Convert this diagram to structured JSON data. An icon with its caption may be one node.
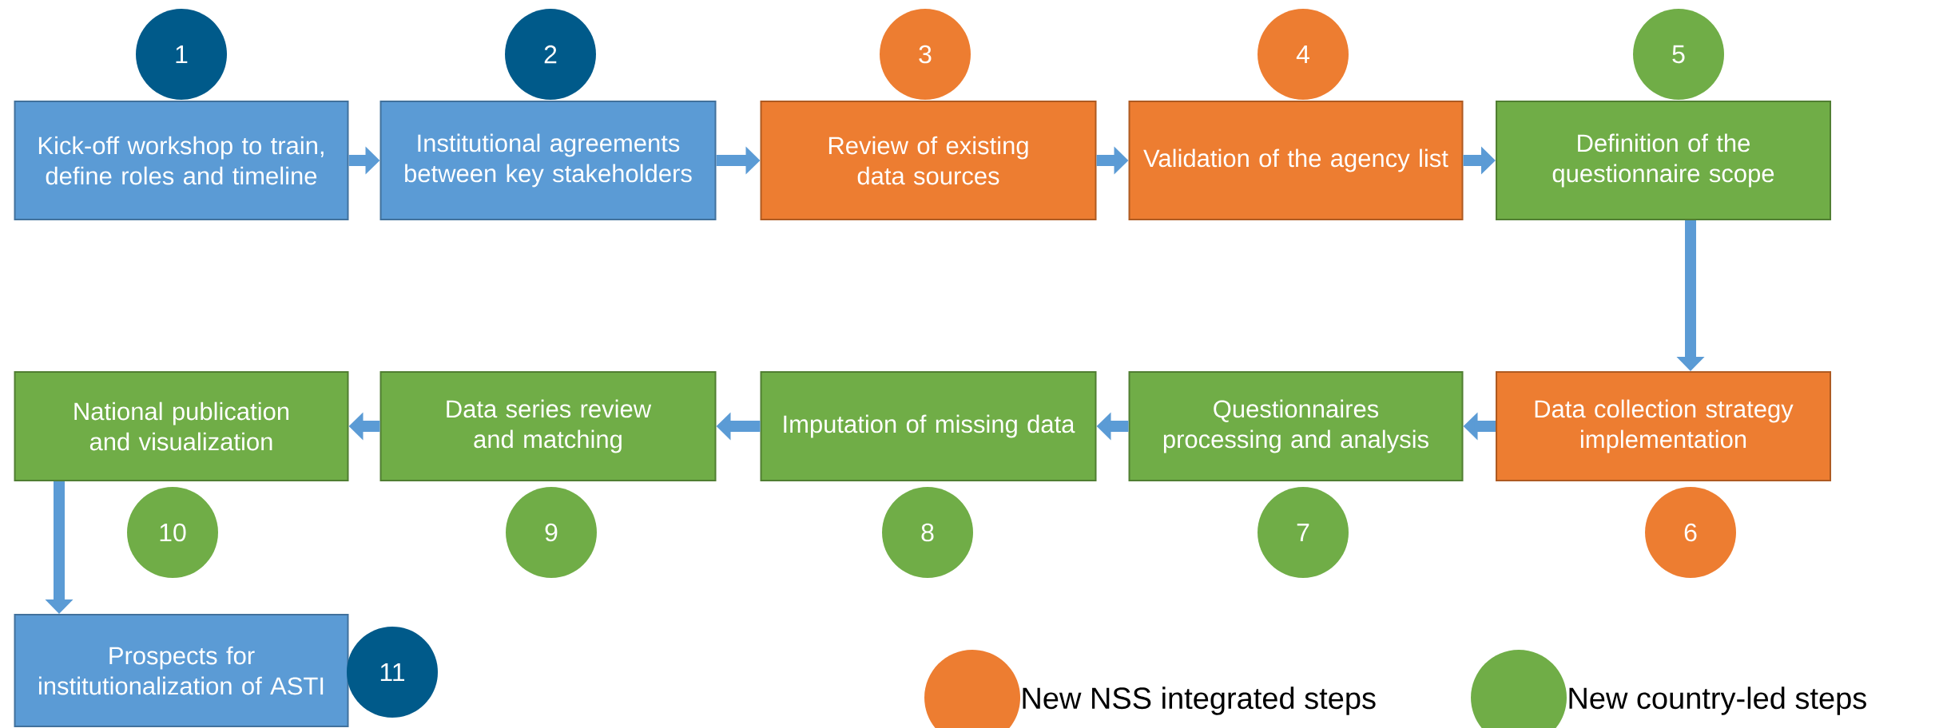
{
  "diagram": {
    "nodes": [
      {
        "text": [
          "Kick-off workshop to train, define roles and timeline"
        ]
      },
      {
        "text": [
          "Institutional agreements between key stakeholders"
        ]
      },
      {
        "text": [
          "Review of existing data sources"
        ]
      },
      {
        "text": [
          "Validation of the agency list"
        ]
      },
      {
        "text": [
          "Definition of the questionnaire scope"
        ]
      },
      {
        "text": [
          "Data collection strategy implementation"
        ]
      },
      {
        "text": [
          "Questionnaires processing and analysis"
        ]
      },
      {
        "text": [
          "Imputation of missing data"
        ]
      },
      {
        "text": [
          "Data series review and matching"
        ]
      },
      {
        "text": [
          "National publication and visualization"
        ]
      },
      {
        "text": [
          "Prospects for institutionalization of ASTI"
        ]
      },
      {
        "text": [
          "1"
        ]
      },
      {
        "text": [
          "2"
        ]
      },
      {
        "text": [
          "3"
        ]
      },
      {
        "text": [
          "4"
        ]
      },
      {
        "text": [
          "5"
        ]
      },
      {
        "text": [
          "6"
        ]
      },
      {
        "text": [
          "7"
        ]
      },
      {
        "text": [
          "8"
        ]
      },
      {
        "text": [
          "9"
        ]
      },
      {
        "text": [
          "10"
        ]
      },
      {
        "text": [
          "11"
        ]
      }
    ],
    "edges": [
      {
        "from": 0,
        "to": 1,
        "arrow": "to"
      },
      {
        "from": 1,
        "to": 2,
        "arrow": "to"
      },
      {
        "from": 2,
        "to": 3,
        "arrow": "to"
      },
      {
        "from": 3,
        "to": 4,
        "arrow": "to"
      },
      {
        "from": 4,
        "to": 5,
        "arrow": "to"
      },
      {
        "from": 5,
        "to": 6,
        "arrow": "to"
      },
      {
        "from": 6,
        "to": 7,
        "arrow": "to"
      },
      {
        "from": 7,
        "to": 8,
        "arrow": "to"
      },
      {
        "from": 8,
        "to": 9,
        "arrow": "to"
      },
      {
        "from": 9,
        "to": 10,
        "arrow": "to"
      }
    ],
    "legend": [
      {
        "text": "New NSS integrated steps",
        "color": "#ed7d31"
      },
      {
        "text": "New country-led steps",
        "color": "#70ad47"
      }
    ]
  }
}
